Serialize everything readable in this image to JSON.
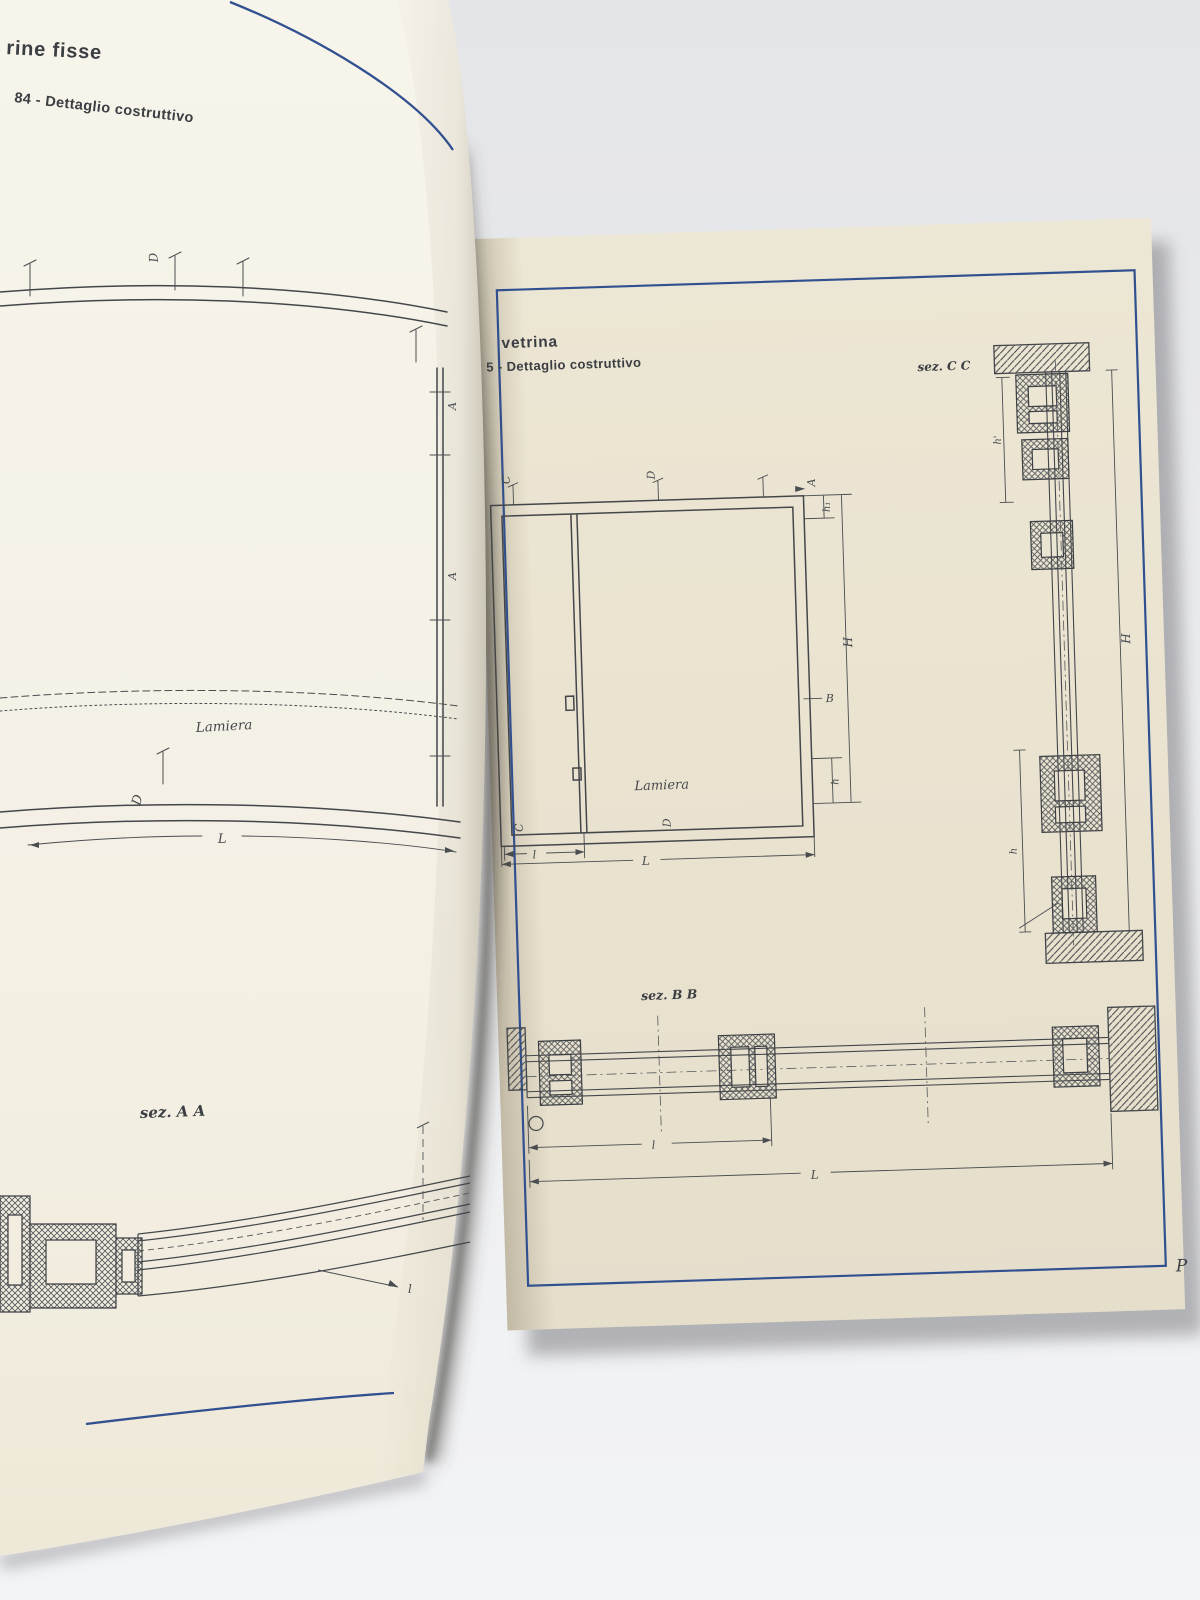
{
  "photo": {
    "type": "photograph of an open trade catalogue spread with technical construction drawings of shop windows",
    "background_color": "#e9eaed"
  },
  "colors": {
    "left_page": "#f5f2e8",
    "right_page": "#eae3d1",
    "accent_blue": "#31508f",
    "ink": "#3b3e42"
  },
  "left_page": {
    "header": {
      "line1": "rine fisse",
      "line2": "84 - Dettaglio costruttivo"
    },
    "elevation": {
      "tick_d_top": "D",
      "label_a_upper": "A",
      "label_a_lower": "A",
      "lamiera": "Lamiera",
      "tick_d_bottom": "D",
      "dim_L": "L"
    },
    "section_aa": {
      "title": "sez. A A",
      "dim_l": "l"
    }
  },
  "right_page": {
    "header": {
      "title": "vetrina",
      "subtitle": "5 - Dettaglio costruttivo"
    },
    "elevation": {
      "tick_c_top": "C",
      "tick_d_top": "D",
      "dim_a": "A",
      "dim_h1": "h₁",
      "dim_H": "H",
      "dim_B": "B",
      "dim_h": "h",
      "lamiera": "Lamiera",
      "tick_c_bottom": "C",
      "tick_d_bottom": "D",
      "dim_l": "l",
      "dim_L": "L"
    },
    "section_cc": {
      "title": "sez. C C",
      "dim_h_prime": "h'",
      "dim_H": "H",
      "dim_h": "h"
    },
    "section_bb": {
      "title": "sez. B B",
      "dim_l": "l",
      "dim_L": "L"
    },
    "page_letter": "P"
  }
}
